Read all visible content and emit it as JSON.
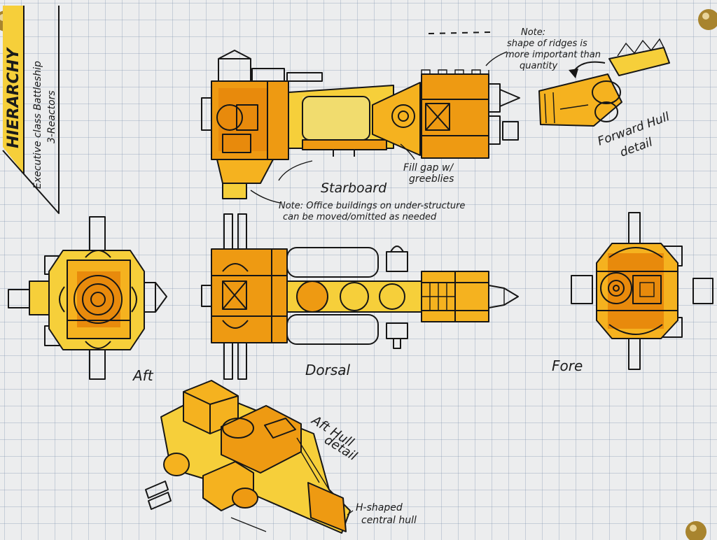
{
  "title_block": {
    "name": "HIERARCHY",
    "subtitle_line1": "Executive class Battleship",
    "subtitle_line2": "3-Reactors"
  },
  "views": {
    "starboard": "Starboard",
    "aft": "Aft",
    "dorsal": "Dorsal",
    "fore": "Fore"
  },
  "notes": {
    "ridges_line1": "Note:",
    "ridges_line2": "shape of ridges is",
    "ridges_line3": "more important than",
    "ridges_line4": "quantity",
    "forward_line1": "Forward Hull",
    "forward_line2": "detail",
    "greeblies_line1": "Fill gap w/",
    "greeblies_line2": "greeblies",
    "office_line1": "Note: Office buildings on under-structure",
    "office_line2": "can be moved/omitted as needed",
    "aft_line1": "Aft Hull",
    "aft_line2": "detail",
    "hshaped_line1": "H-shaped",
    "hshaped_line2": "central hull"
  },
  "colors": {
    "paper": "#ecedee",
    "grid": "#8ca0b8",
    "marker_yellow": "#f6cf3a",
    "marker_orange": "#ee9a12",
    "ink": "#161616"
  }
}
